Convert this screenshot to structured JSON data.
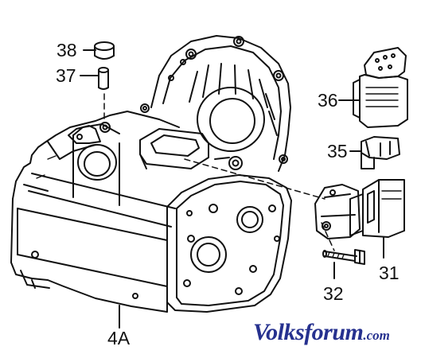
{
  "callouts": {
    "part_38": "38",
    "part_37": "37",
    "part_36": "36",
    "part_35": "35",
    "part_31": "31",
    "part_32": "32",
    "part_4a": "4A"
  },
  "watermark": {
    "name": "Volksforum",
    "domain": ".com"
  },
  "colors": {
    "line": "#111111",
    "background": "#ffffff",
    "watermark": "#26318f"
  }
}
